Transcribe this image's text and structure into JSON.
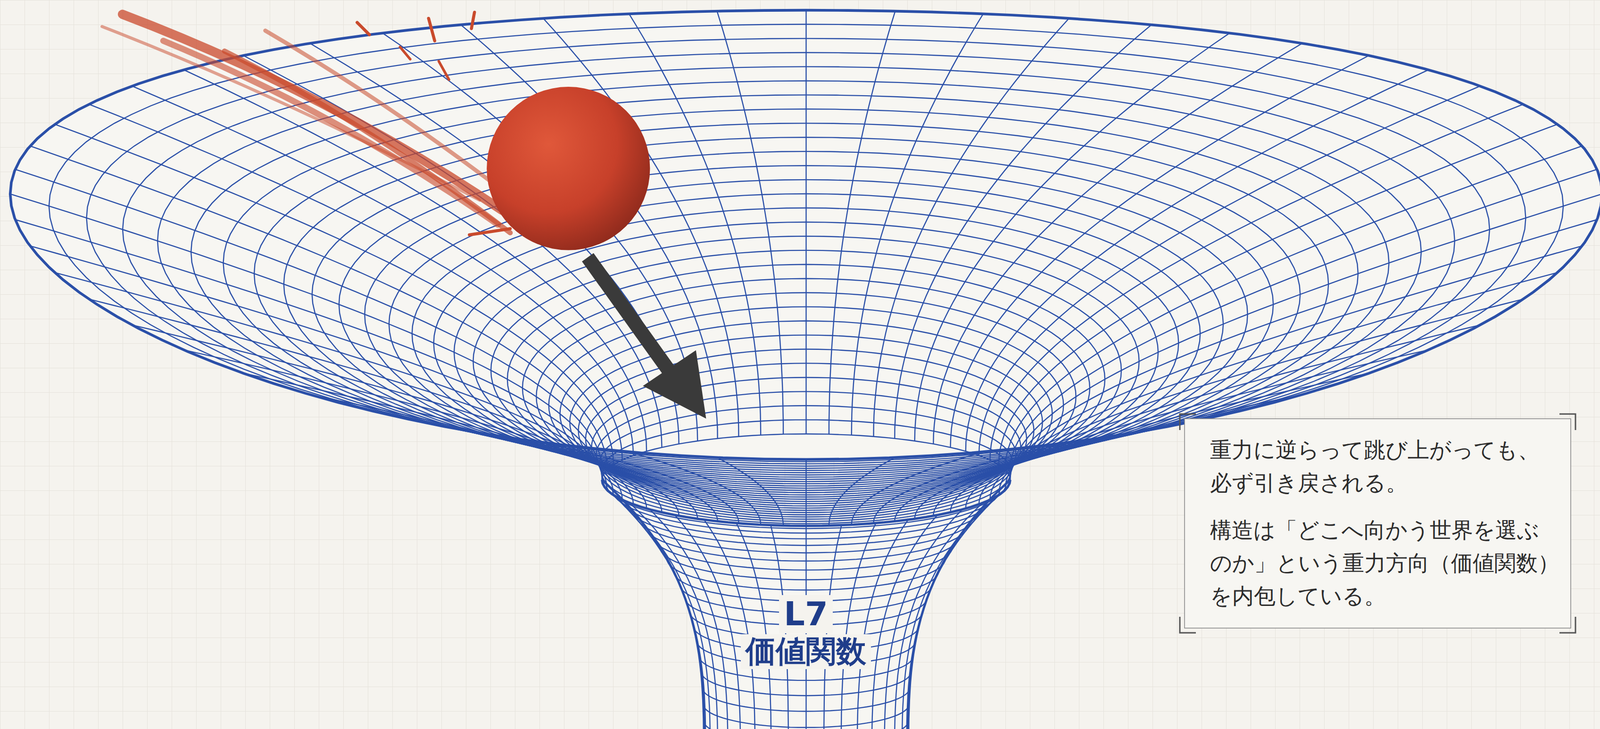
{
  "diagram": {
    "nodes": [
      {
        "text": [
          "重力に逆らって跳び上がっても、 必ず引き戻される。",
          "構造は「どこへ向かう世界を選ぶ のか」という重力方向（価値関数） を内包している。"
        ]
      }
    ],
    "labels": [
      "L7",
      "価値関数"
    ]
  }
}
